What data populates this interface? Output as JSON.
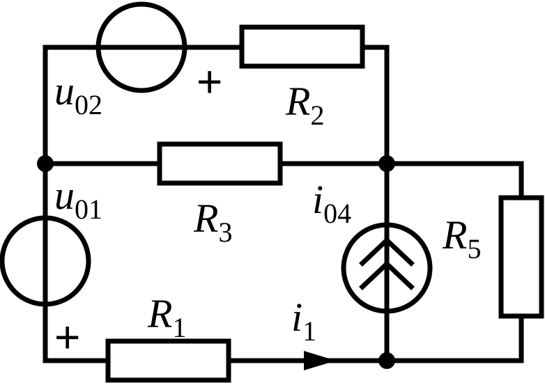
{
  "labels": {
    "u02": {
      "main": "u",
      "sub": "02"
    },
    "u01": {
      "main": "u",
      "sub": "01"
    },
    "r2": {
      "main": "R",
      "sub": "2"
    },
    "r3": {
      "main": "R",
      "sub": "3"
    },
    "r1": {
      "main": "R",
      "sub": "1"
    },
    "r5": {
      "main": "R",
      "sub": "5"
    },
    "i04": {
      "main": "i",
      "sub": "04"
    },
    "i1": {
      "main": "i",
      "sub": "1"
    },
    "plus": "+"
  }
}
